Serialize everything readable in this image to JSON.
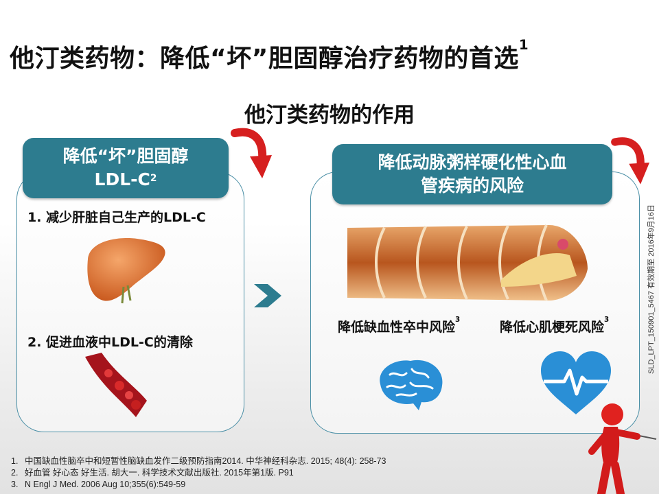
{
  "title": {
    "main": "他汀类药物：降低“坏”胆固醇治疗药物的首选",
    "sup": "1"
  },
  "subtitle": "他汀类药物的作用",
  "left": {
    "header_line1": "降低“坏”胆固醇",
    "header_line2": "LDL-C",
    "header_sup": "2",
    "item1": "1. 减少肝脏自己生产的LDL-C",
    "item2": "2. 促进血液中LDL-C的清除"
  },
  "right": {
    "header_line1": "降低动脉粥样硬化性心血",
    "header_line2": "管疾病的风险",
    "risk1": "降低缺血性卒中风险",
    "risk1_sup": "3",
    "risk2": "降低心肌梗死风险",
    "risk2_sup": "3"
  },
  "references": [
    {
      "num": "1.",
      "text": "中国缺血性脑卒中和短暂性脑缺血发作二级预防指南2014. 中华神经科杂志. 2015; 48(4): 258-73"
    },
    {
      "num": "2.",
      "text": "好血管 好心态 好生活. 胡大一. 科学技术文献出版社. 2015年第1版. P91"
    },
    {
      "num": "3.",
      "text": "N Engl J Med. 2006 Aug 10;355(6):549-59"
    }
  ],
  "side_code": "SLD_LPT_150901_5467 有效期至 2016年9月16日",
  "icons": [
    "liver-icon",
    "blood-vessel-icon",
    "artery-icon",
    "brain-icon",
    "heart-pulse-icon",
    "red-arrow-icon",
    "chevron-right-icon",
    "red-figure-icon"
  ],
  "colors": {
    "header_bg": "#2d7c8f",
    "panel_border": "#4a8fa6",
    "arrow_red": "#d61f1f",
    "brain_blue": "#2a8fd6",
    "liver_orange": "#e07b36"
  }
}
